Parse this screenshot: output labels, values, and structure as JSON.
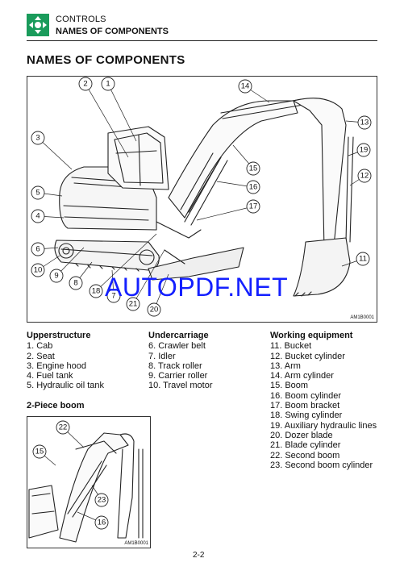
{
  "header": {
    "section": "CONTROLS",
    "title": "NAMES OF COMPONENTS",
    "icon": "controls-arrows-icon",
    "icon_color": "#1a9b5b"
  },
  "page_title": "NAMES OF COMPONENTS",
  "main_figure": {
    "figure_id": "AM1B0001",
    "watermark": "AUTOPDF.NET",
    "watermark_color": "#1420ff",
    "callouts": [
      "1",
      "2",
      "3",
      "4",
      "5",
      "6",
      "7",
      "8",
      "9",
      "10",
      "11",
      "12",
      "13",
      "14",
      "15",
      "16",
      "17",
      "18",
      "19",
      "20",
      "21"
    ]
  },
  "upperstructure": {
    "heading": "Upperstructure",
    "items": [
      "1. Cab",
      "2. Seat",
      "3. Engine hood",
      "4. Fuel tank",
      "5. Hydraulic oil tank"
    ]
  },
  "undercarriage": {
    "heading": "Undercarriage",
    "items": [
      "6. Crawler belt",
      "7. Idler",
      "8. Track roller",
      "9. Carrier roller",
      "10. Travel motor"
    ]
  },
  "working_equipment": {
    "heading": "Working equipment",
    "items": [
      "11. Bucket",
      "12. Bucket cylinder",
      "13. Arm",
      "14. Arm cylinder",
      "15. Boom",
      "16. Boom cylinder",
      "17. Boom bracket",
      "18. Swing cylinder",
      "19. Auxiliary hydraulic lines",
      "20. Dozer blade",
      "21. Blade cylinder",
      "22. Second boom",
      "23. Second boom cylinder"
    ]
  },
  "boom_section": {
    "heading": "2-Piece boom",
    "figure_id": "AM1B0001",
    "callouts": [
      "22",
      "15",
      "23",
      "16"
    ]
  },
  "page_number": "2-2"
}
